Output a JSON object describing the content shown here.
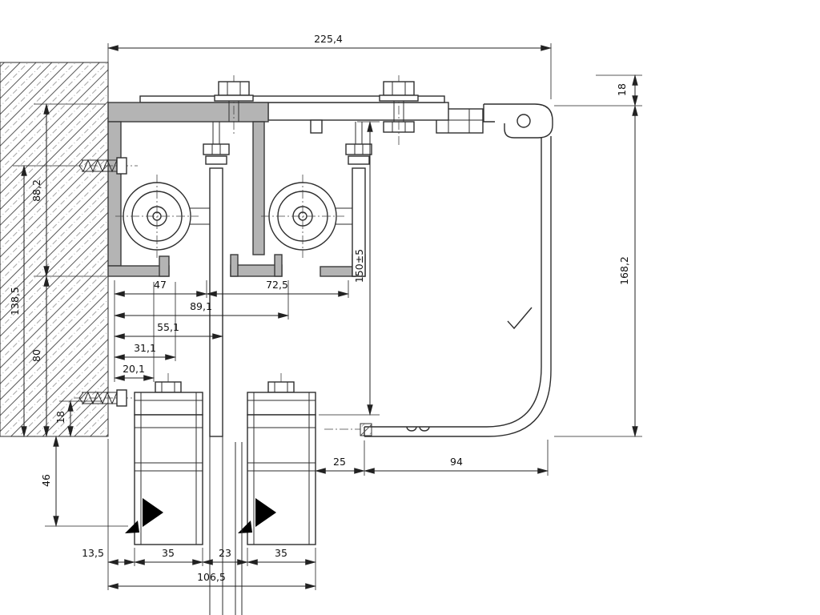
{
  "drawing": {
    "colors": {
      "background": "#ffffff",
      "profile_fill": "#b4b4b4",
      "line": "#2e2e2e"
    },
    "dimensions": {
      "overall_width": "225,4",
      "fascia_top_offset": "18",
      "track_height": "88,2",
      "anchor_to_soffit": "138,5",
      "track_to_soffit": "80",
      "soffit_edge": "18",
      "soffit_to_glass": "46",
      "track_inner_width": "47",
      "roller_span": "72,5",
      "hanger2_offset": "89,1",
      "hanger1_offset": "55,1",
      "door_axis_offset": "31,1",
      "lip_offset": "20,1",
      "clear_height": "150±5",
      "fascia_height": "168,2",
      "door_to_fascia_end": "25",
      "fascia_return": "94",
      "wall_to_door": "13,5",
      "door1_width": "35",
      "door_gap": "23",
      "door2_width": "35",
      "doors_overall": "106,5"
    }
  }
}
